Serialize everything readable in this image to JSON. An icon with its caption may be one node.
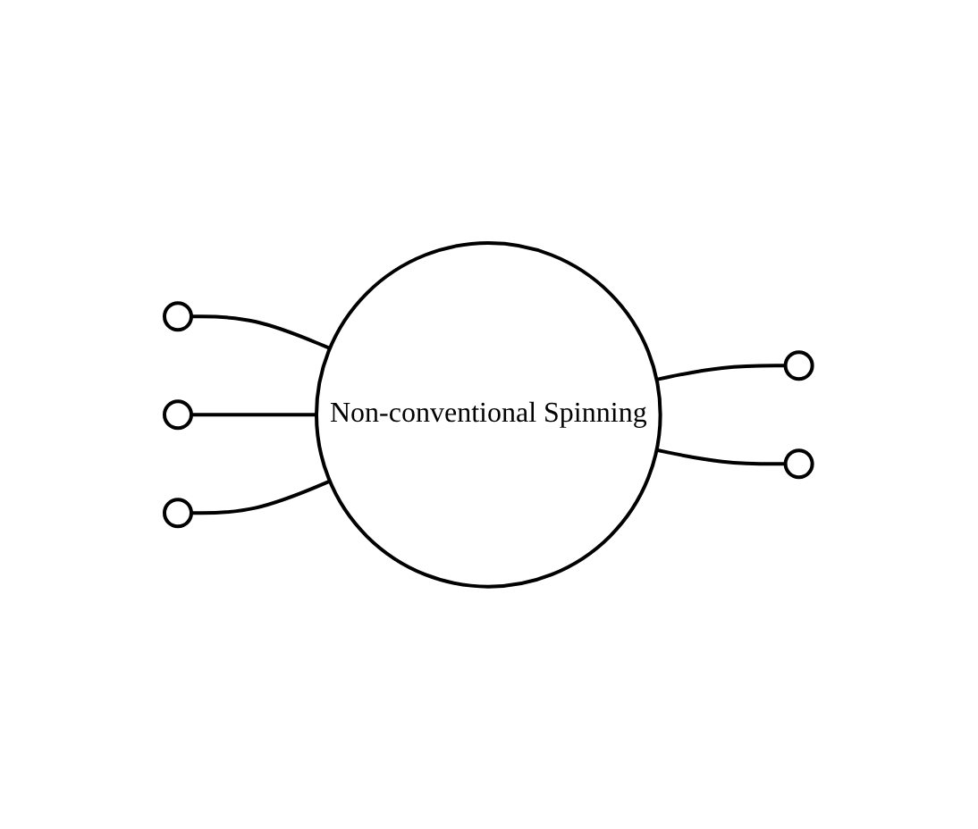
{
  "diagram": {
    "nodes": [
      {
        "text": [
          "Non-conventional Spinning"
        ]
      },
      {
        "text": [],
        "shape": "circle"
      },
      {
        "text": [],
        "shape": "circle"
      },
      {
        "text": [],
        "shape": "circle"
      },
      {
        "text": [],
        "shape": "circle"
      },
      {
        "text": [],
        "shape": "circle"
      }
    ],
    "edges": [
      {
        "from": 1,
        "to": 0,
        "arrow": "none"
      },
      {
        "from": 2,
        "to": 0,
        "arrow": "none"
      },
      {
        "from": 0,
        "to": 3,
        "arrow": "none"
      },
      {
        "from": 4,
        "to": 0,
        "arrow": "none"
      },
      {
        "from": 0,
        "to": 5,
        "arrow": "none"
      }
    ]
  }
}
